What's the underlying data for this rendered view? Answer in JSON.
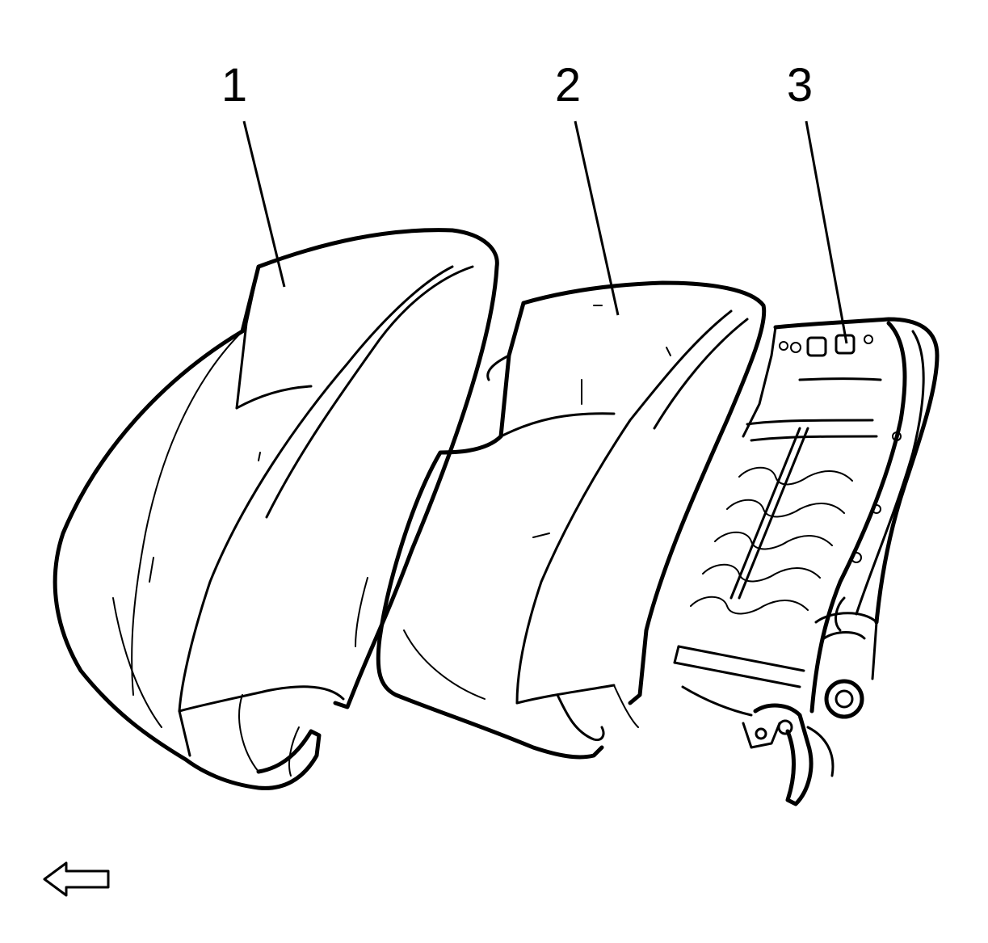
{
  "callouts": [
    {
      "id": "1",
      "label": "1"
    },
    {
      "id": "2",
      "label": "2"
    },
    {
      "id": "3",
      "label": "3"
    }
  ],
  "icons": {
    "direction_arrow": "arrow-left-icon"
  },
  "colors": {
    "line": "#000000",
    "background": "#ffffff"
  }
}
